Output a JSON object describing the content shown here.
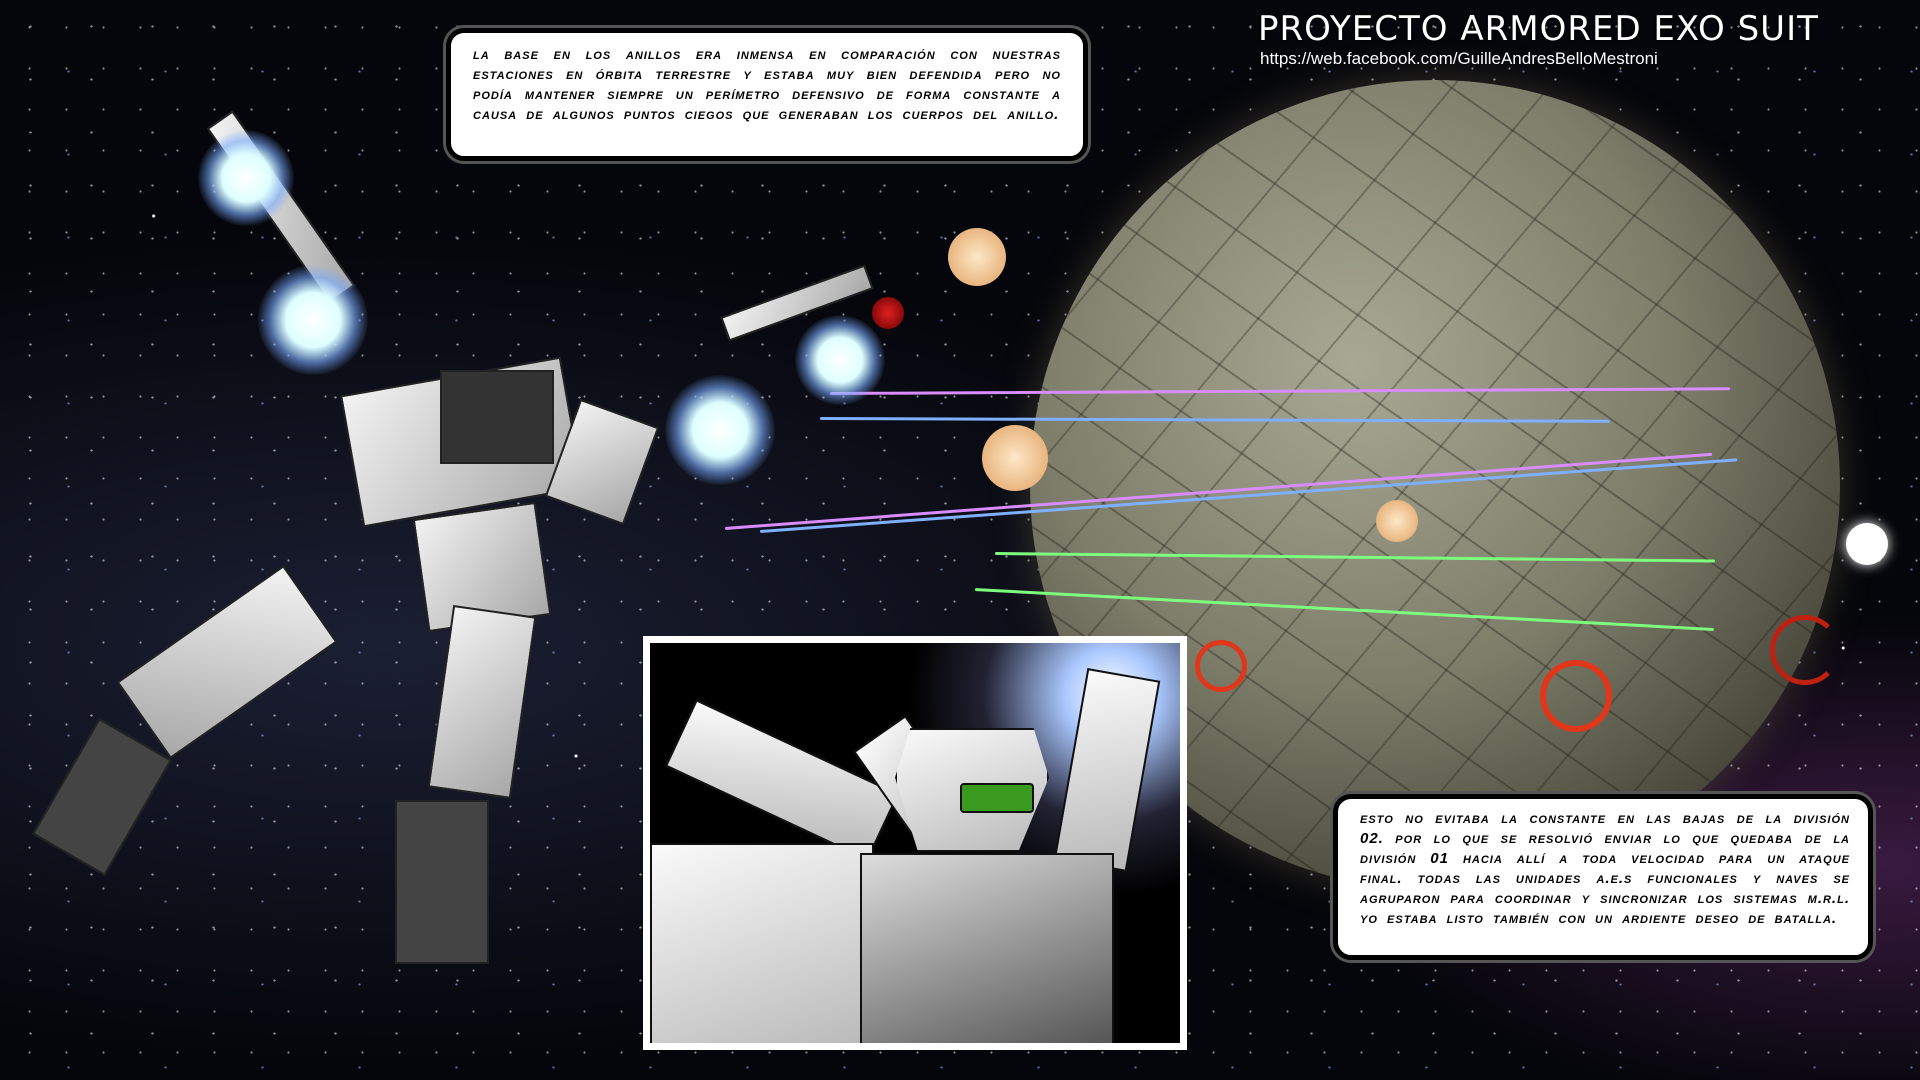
{
  "header": {
    "title": "PROYECTO ARMORED EXO SUIT",
    "url": "https://web.facebook.com/GuilleAndresBelloMestroni"
  },
  "caption_top": {
    "text": "La base en los anillos era inmensa en comparación con nuestras estaciones en órbita terrestre y estaba muy bien defendida pero no podía mantener siempre un perímetro defensivo de forma constante a causa de algunos puntos ciegos que generaban los cuerpos del anillo."
  },
  "caption_bottom": {
    "text": "Esto no evitaba la constante en las bajas de la División 02. Por lo que se resolvió enviar lo que quedaba de la División 01 hacia allí a toda velocidad para un ataque final. Todas las unidades A.E.S funcionales y naves se agruparon para coordinar y sincronizar los sistemas M.R.L. Yo estaba listo también con un ardiente deseo de batalla."
  },
  "colors": {
    "laser_pink": "#d98cff",
    "laser_blue": "#7fb0ff",
    "laser_green": "#7dff7d",
    "ring_red": "#e0361a"
  }
}
